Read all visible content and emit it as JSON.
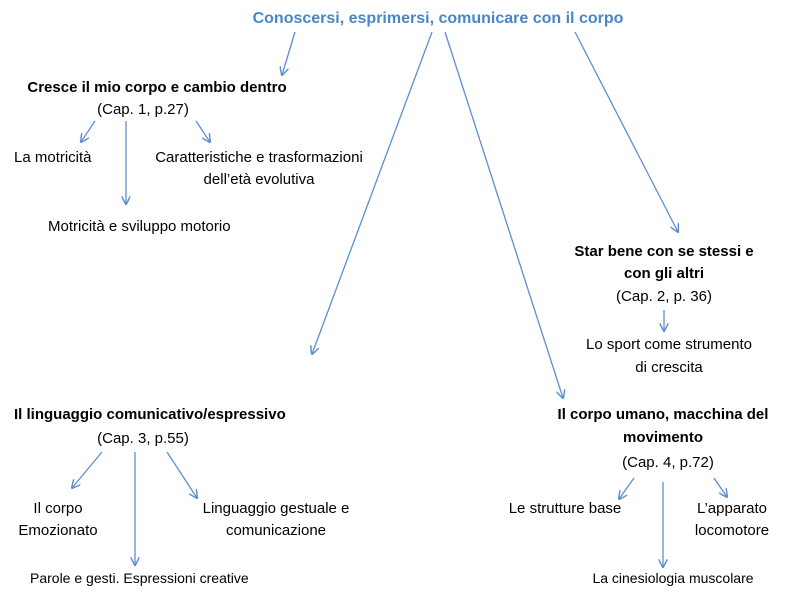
{
  "root": "Conoscersi, esprimersi, comunicare con il corpo",
  "branches": {
    "b1": {
      "title": "Cresce il mio corpo e cambio dentro",
      "ref": "(Cap. 1, p.27)",
      "leaves": {
        "l1": "La motricità",
        "l2a": "Caratteristiche  e trasformazioni",
        "l2b": "dell’età evolutiva",
        "l3": "Motricità e sviluppo motorio"
      }
    },
    "b2": {
      "title_a": "Star bene con se stessi e",
      "title_b": "con gli altri",
      "ref": "(Cap. 2, p. 36)",
      "leaves": {
        "l1a": "Lo sport come strumento",
        "l1b": "di crescita"
      }
    },
    "b3": {
      "title": "Il linguaggio comunicativo/espressivo",
      "ref": "(Cap. 3, p.55)",
      "leaves": {
        "l1a": "Il corpo",
        "l1b": "Emozionato",
        "l2a": "Linguaggio  gestuale  e",
        "l2b": "comunicazione",
        "l3": "Parole e gesti. Espressioni creative"
      }
    },
    "b4": {
      "title_a": "Il corpo umano, macchina del",
      "title_b": "movimento",
      "ref": "(Cap. 4, p.72)",
      "leaves": {
        "l1": "Le strutture  base",
        "l2a": "L’apparato",
        "l2b": "locomotore",
        "l3": "La cinesiologia muscolare"
      }
    }
  },
  "colors": {
    "root_text": "#4a86c7",
    "arrow": "#5b8fd0",
    "text": "#000000"
  }
}
